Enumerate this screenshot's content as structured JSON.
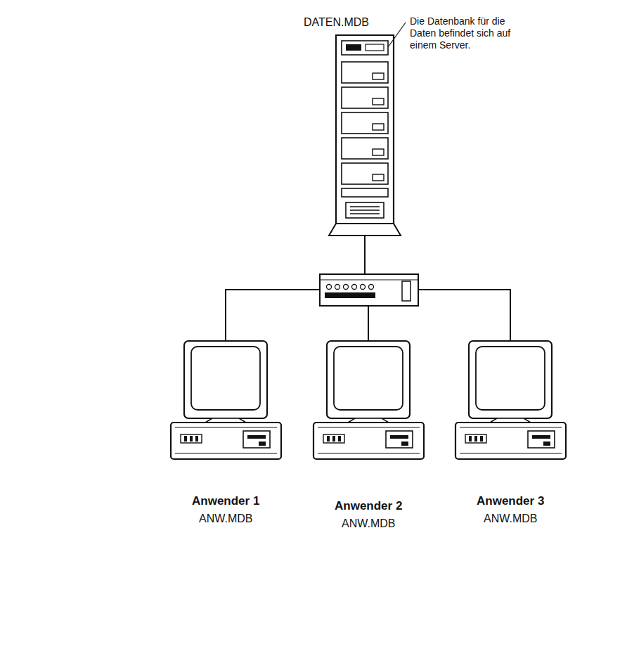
{
  "diagram": {
    "nodes": [
      {
        "text": [
          "DATEN.MDB"
        ]
      },
      {
        "text": [
          "Anwender 1",
          "ANW.MDB"
        ]
      },
      {
        "text": [
          "Anwender 2",
          "ANW.MDB"
        ]
      },
      {
        "text": [
          "Anwender 3",
          "ANW.MDB"
        ]
      }
    ],
    "edges": [
      {
        "from": 0,
        "to": 1,
        "arrow": "none"
      },
      {
        "from": 0,
        "to": 2,
        "arrow": "none"
      },
      {
        "from": 0,
        "to": 3,
        "arrow": "none"
      }
    ],
    "labels": [
      "Die Datenbank für die Daten befindet sich auf einem Server."
    ]
  }
}
